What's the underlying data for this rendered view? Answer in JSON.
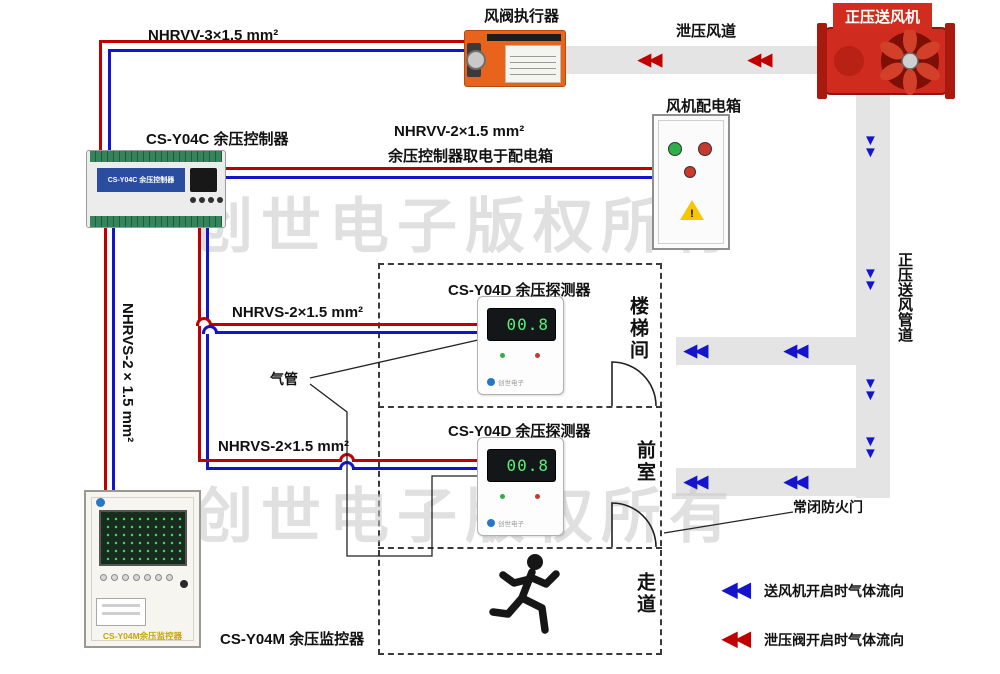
{
  "watermark": {
    "text": "创世电子版权所有"
  },
  "icons": {
    "flow_left": "◀◀",
    "flow_down": "▼",
    "warning": "!"
  },
  "titles": {
    "actuator": "风阀执行器",
    "relief_duct": "泄压风道",
    "fan": "正压送风机",
    "dist_box": "风机配电箱",
    "controller": "CS-Y04C 余压控制器",
    "detector1": "CS-Y04D 余压探测器",
    "detector2": "CS-Y04D 余压探测器",
    "monitor": "CS-Y04M 余压监控器",
    "supply_duct": "正压送风管道",
    "fire_door": "常闭防火门",
    "air_tube": "气管"
  },
  "wires": {
    "to_actuator": "NHRVV-3×1.5 mm²",
    "power_line1": "NHRVV-2×1.5 mm²",
    "power_line2": "余压控制器取电于配电箱",
    "to_detector1": "NHRVS-2×1.5 mm²",
    "to_detector2": "NHRVS-2×1.5 mm²",
    "to_monitor": "NHRVS-2×1.5 mm²"
  },
  "rooms": [
    {
      "name": "楼梯间"
    },
    {
      "name": "前室"
    },
    {
      "name": "走道"
    }
  ],
  "devices": {
    "controller_panel": "CS-Y04C 余压控制器",
    "detector_reading_1": "00.8",
    "detector_reading_2": "00.8",
    "detector_brand": "创世电子",
    "monitor_panel": "CS-Y04M余压监控器"
  },
  "legend": [
    {
      "color": "#1414cc",
      "text": "送风机开启时气体流向"
    },
    {
      "color": "#c00000",
      "text": "泄压阀开启时气体流向"
    }
  ],
  "colors": {
    "wire_red": "#c00000",
    "wire_blue": "#1414cc",
    "duct_gray": "#e4e4e4",
    "actuator_orange": "#e8641c",
    "fan_red": "#d22c1e"
  }
}
